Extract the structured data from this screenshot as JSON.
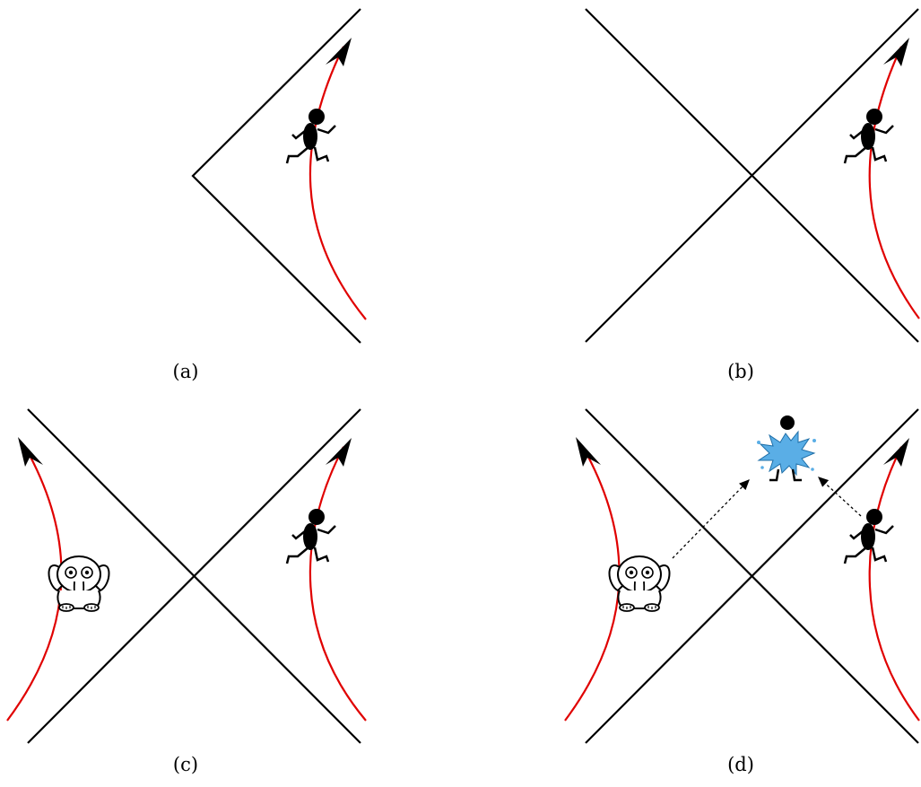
{
  "figure": {
    "panels": [
      {
        "id": "a",
        "caption": "(a)",
        "shows": [
          "horizon-wedge",
          "runner",
          "right-worldline"
        ]
      },
      {
        "id": "b",
        "caption": "(b)",
        "shows": [
          "horizon-cross",
          "runner",
          "right-worldline"
        ]
      },
      {
        "id": "c",
        "caption": "(c)",
        "shows": [
          "horizon-cross",
          "runner",
          "right-worldline",
          "elephant",
          "left-worldline"
        ]
      },
      {
        "id": "d",
        "caption": "(d)",
        "shows": [
          "horizon-cross",
          "runner",
          "right-worldline",
          "elephant",
          "left-worldline",
          "splash",
          "signal-arrows"
        ]
      }
    ],
    "colors": {
      "horizon": "#000000",
      "worldline": "#e00000",
      "figure": "#000000",
      "splash": "#5aaee6"
    }
  }
}
